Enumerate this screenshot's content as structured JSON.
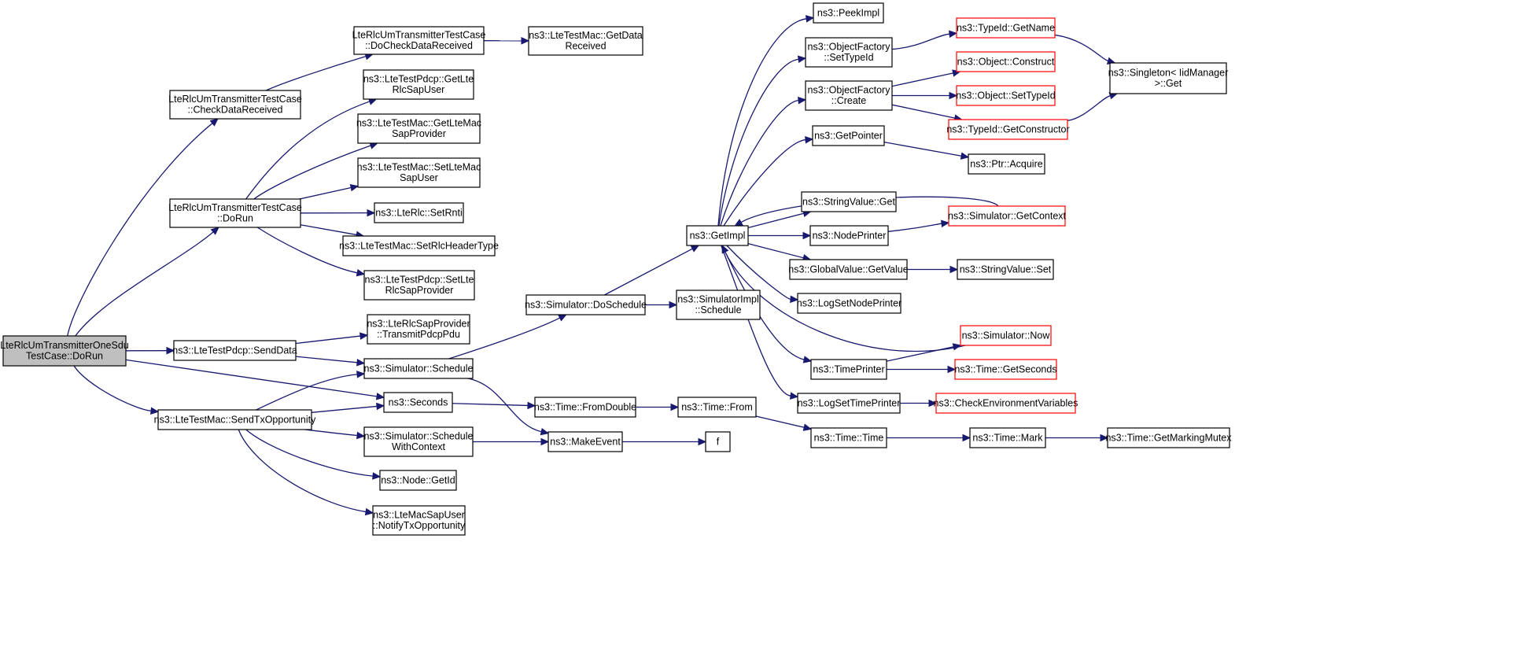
{
  "diagram": {
    "type": "call-graph",
    "colors": {
      "edge": "#191970",
      "root_fill": "#bfbfbf",
      "border": "#000000",
      "red_border": "#ff0000"
    },
    "nodes": [
      {
        "id": "n_root",
        "lines": [
          "LteRlcUmTransmitterOneSdu",
          "TestCase::DoRun"
        ],
        "style": "root"
      },
      {
        "id": "n_checkdata",
        "lines": [
          "LteRlcUmTransmitterTestCase",
          "::CheckDataReceived"
        ]
      },
      {
        "id": "n_docheck",
        "lines": [
          "LteRlcUmTransmitterTestCase",
          "::DoCheckDataReceived"
        ]
      },
      {
        "id": "n_getdata",
        "lines": [
          "ns3::LteTestMac::GetData",
          "Received"
        ]
      },
      {
        "id": "n_dorun",
        "lines": [
          "LteRlcUmTransmitterTestCase",
          "::DoRun"
        ]
      },
      {
        "id": "n_getlterlc",
        "lines": [
          "ns3::LteTestPdcp::GetLte",
          "RlcSapUser"
        ]
      },
      {
        "id": "n_getltemac",
        "lines": [
          "ns3::LteTestMac::GetLteMac",
          "SapProvider"
        ]
      },
      {
        "id": "n_setltemac",
        "lines": [
          "ns3::LteTestMac::SetLteMac",
          "SapUser"
        ]
      },
      {
        "id": "n_setrnti",
        "lines": [
          "ns3::LteRlc::SetRnti"
        ]
      },
      {
        "id": "n_setrlcheader",
        "lines": [
          "ns3::LteTestMac::SetRlcHeaderType"
        ]
      },
      {
        "id": "n_setlterlc",
        "lines": [
          "ns3::LteTestPdcp::SetLte",
          "RlcSapProvider"
        ]
      },
      {
        "id": "n_senddata",
        "lines": [
          "ns3::LteTestPdcp::SendData"
        ]
      },
      {
        "id": "n_transmit",
        "lines": [
          "ns3::LteRlcSapProvider",
          "::TransmitPdcpPdu"
        ]
      },
      {
        "id": "n_sendtx",
        "lines": [
          "ns3::LteTestMac::SendTxOpportunity"
        ]
      },
      {
        "id": "n_schedule",
        "lines": [
          "ns3::Simulator::Schedule"
        ]
      },
      {
        "id": "n_seconds",
        "lines": [
          "ns3::Seconds"
        ]
      },
      {
        "id": "n_schedctx",
        "lines": [
          "ns3::Simulator::Schedule",
          "WithContext"
        ]
      },
      {
        "id": "n_getid",
        "lines": [
          "ns3::Node::GetId"
        ]
      },
      {
        "id": "n_notify",
        "lines": [
          "ns3::LteMacSapUser",
          "::NotifyTxOpportunity"
        ]
      },
      {
        "id": "n_doschedule",
        "lines": [
          "ns3::Simulator::DoSchedule"
        ]
      },
      {
        "id": "n_implsched",
        "lines": [
          "ns3::SimulatorImpl",
          "::Schedule"
        ]
      },
      {
        "id": "n_fromdouble",
        "lines": [
          "ns3::Time::FromDouble"
        ]
      },
      {
        "id": "n_makeevent",
        "lines": [
          "ns3::MakeEvent"
        ]
      },
      {
        "id": "n_getimpl",
        "lines": [
          "ns3::GetImpl"
        ]
      },
      {
        "id": "n_timefrom",
        "lines": [
          "ns3::Time::From"
        ]
      },
      {
        "id": "n_f",
        "lines": [
          "f"
        ]
      },
      {
        "id": "n_peekimpl",
        "lines": [
          "ns3::PeekImpl"
        ]
      },
      {
        "id": "n_settypeid",
        "lines": [
          "ns3::ObjectFactory",
          "::SetTypeId"
        ]
      },
      {
        "id": "n_create",
        "lines": [
          "ns3::ObjectFactory",
          "::Create"
        ]
      },
      {
        "id": "n_getpointer",
        "lines": [
          "ns3::GetPointer"
        ]
      },
      {
        "id": "n_strget",
        "lines": [
          "ns3::StringValue::Get"
        ]
      },
      {
        "id": "n_nodeprinter",
        "lines": [
          "ns3::NodePrinter"
        ]
      },
      {
        "id": "n_globalget",
        "lines": [
          "ns3::GlobalValue::GetValue"
        ]
      },
      {
        "id": "n_logsetnode",
        "lines": [
          "ns3::LogSetNodePrinter"
        ]
      },
      {
        "id": "n_timeprinter",
        "lines": [
          "ns3::TimePrinter"
        ]
      },
      {
        "id": "n_logsettime",
        "lines": [
          "ns3::LogSetTimePrinter"
        ]
      },
      {
        "id": "n_timetime",
        "lines": [
          "ns3::Time::Time"
        ]
      },
      {
        "id": "n_getname",
        "lines": [
          "ns3::TypeId::GetName"
        ],
        "style": "red"
      },
      {
        "id": "n_construct",
        "lines": [
          "ns3::Object::Construct"
        ],
        "style": "red"
      },
      {
        "id": "n_objsettypeid",
        "lines": [
          "ns3::Object::SetTypeId"
        ],
        "style": "red"
      },
      {
        "id": "n_getctor",
        "lines": [
          "ns3::TypeId::GetConstructor"
        ],
        "style": "red"
      },
      {
        "id": "n_acquire",
        "lines": [
          "ns3::Ptr::Acquire"
        ]
      },
      {
        "id": "n_getcontext",
        "lines": [
          "ns3::Simulator::GetContext"
        ],
        "style": "red"
      },
      {
        "id": "n_strset",
        "lines": [
          "ns3::StringValue::Set"
        ]
      },
      {
        "id": "n_now",
        "lines": [
          "ns3::Simulator::Now"
        ],
        "style": "red"
      },
      {
        "id": "n_getseconds",
        "lines": [
          "ns3::Time::GetSeconds"
        ],
        "style": "red"
      },
      {
        "id": "n_checkenv",
        "lines": [
          "ns3::CheckEnvironmentVariables"
        ],
        "style": "red"
      },
      {
        "id": "n_mark",
        "lines": [
          "ns3::Time::Mark"
        ]
      },
      {
        "id": "n_singleton",
        "lines": [
          "ns3::Singleton< IidManager",
          " >::Get"
        ]
      },
      {
        "id": "n_markingmutex",
        "lines": [
          "ns3::Time::GetMarkingMutex"
        ]
      }
    ],
    "edges": [
      [
        "n_root",
        "n_checkdata"
      ],
      [
        "n_root",
        "n_dorun"
      ],
      [
        "n_root",
        "n_senddata"
      ],
      [
        "n_root",
        "n_seconds"
      ],
      [
        "n_root",
        "n_sendtx"
      ],
      [
        "n_checkdata",
        "n_docheck"
      ],
      [
        "n_docheck",
        "n_getdata"
      ],
      [
        "n_dorun",
        "n_getlterlc"
      ],
      [
        "n_dorun",
        "n_getltemac"
      ],
      [
        "n_dorun",
        "n_setltemac"
      ],
      [
        "n_dorun",
        "n_setrnti"
      ],
      [
        "n_dorun",
        "n_setrlcheader"
      ],
      [
        "n_dorun",
        "n_setlterlc"
      ],
      [
        "n_senddata",
        "n_transmit"
      ],
      [
        "n_senddata",
        "n_schedule"
      ],
      [
        "n_sendtx",
        "n_schedule"
      ],
      [
        "n_sendtx",
        "n_seconds"
      ],
      [
        "n_sendtx",
        "n_schedctx"
      ],
      [
        "n_sendtx",
        "n_getid"
      ],
      [
        "n_sendtx",
        "n_notify"
      ],
      [
        "n_schedule",
        "n_doschedule"
      ],
      [
        "n_schedule",
        "n_makeevent"
      ],
      [
        "n_seconds",
        "n_fromdouble"
      ],
      [
        "n_schedctx",
        "n_makeevent"
      ],
      [
        "n_doschedule",
        "n_getimpl"
      ],
      [
        "n_doschedule",
        "n_implsched"
      ],
      [
        "n_fromdouble",
        "n_timefrom"
      ],
      [
        "n_makeevent",
        "n_f"
      ],
      [
        "n_timefrom",
        "n_timetime"
      ],
      [
        "n_getimpl",
        "n_peekimpl"
      ],
      [
        "n_getimpl",
        "n_settypeid"
      ],
      [
        "n_getimpl",
        "n_create"
      ],
      [
        "n_getimpl",
        "n_getpointer"
      ],
      [
        "n_getimpl",
        "n_strget"
      ],
      [
        "n_getimpl",
        "n_nodeprinter"
      ],
      [
        "n_getimpl",
        "n_globalget"
      ],
      [
        "n_getimpl",
        "n_logsetnode"
      ],
      [
        "n_getimpl",
        "n_timeprinter"
      ],
      [
        "n_getimpl",
        "n_logsettime"
      ],
      [
        "n_getcontext",
        "n_getimpl"
      ],
      [
        "n_now",
        "n_getimpl"
      ],
      [
        "n_settypeid",
        "n_getname"
      ],
      [
        "n_create",
        "n_construct"
      ],
      [
        "n_create",
        "n_objsettypeid"
      ],
      [
        "n_create",
        "n_getctor"
      ],
      [
        "n_getname",
        "n_singleton"
      ],
      [
        "n_getctor",
        "n_singleton"
      ],
      [
        "n_getpointer",
        "n_acquire"
      ],
      [
        "n_nodeprinter",
        "n_getcontext"
      ],
      [
        "n_globalget",
        "n_strset"
      ],
      [
        "n_timeprinter",
        "n_now"
      ],
      [
        "n_timeprinter",
        "n_getseconds"
      ],
      [
        "n_logsettime",
        "n_checkenv"
      ],
      [
        "n_timetime",
        "n_mark"
      ],
      [
        "n_mark",
        "n_markingmutex"
      ]
    ]
  }
}
